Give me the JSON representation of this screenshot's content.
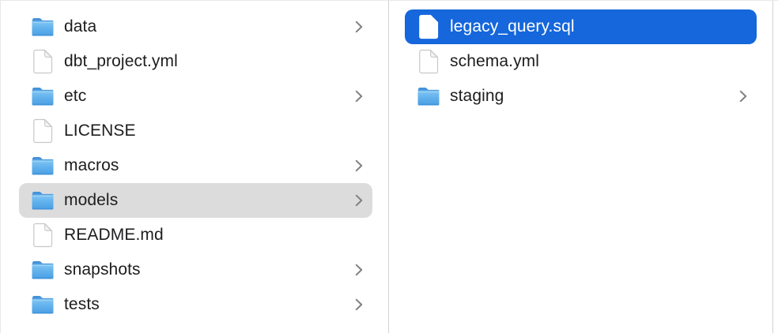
{
  "colors": {
    "selection_primary": "#1567db",
    "selection_secondary": "#dcdcdc",
    "text": "#1d1d1f",
    "text_selected": "#ffffff",
    "chevron": "#808080",
    "divider": "#d3d3d3",
    "divider_soft": "#e9e9e9",
    "folder_tab": "#4392da",
    "folder_body_top": "#83c7f4",
    "folder_body_bottom": "#4b9fe3"
  },
  "finder": {
    "view": "column-view",
    "columns": [
      {
        "id": "left",
        "items": [
          {
            "label": "data",
            "type": "folder",
            "chevron": true,
            "selected": "none"
          },
          {
            "label": "dbt_project.yml",
            "type": "file",
            "chevron": false,
            "selected": "none"
          },
          {
            "label": "etc",
            "type": "folder",
            "chevron": true,
            "selected": "none"
          },
          {
            "label": "LICENSE",
            "type": "file",
            "chevron": false,
            "selected": "none"
          },
          {
            "label": "macros",
            "type": "folder",
            "chevron": true,
            "selected": "none"
          },
          {
            "label": "models",
            "type": "folder",
            "chevron": true,
            "selected": "inactive"
          },
          {
            "label": "README.md",
            "type": "file",
            "chevron": false,
            "selected": "none"
          },
          {
            "label": "snapshots",
            "type": "folder",
            "chevron": true,
            "selected": "none"
          },
          {
            "label": "tests",
            "type": "folder",
            "chevron": true,
            "selected": "none"
          }
        ]
      },
      {
        "id": "right",
        "items": [
          {
            "label": "legacy_query.sql",
            "type": "file",
            "chevron": false,
            "selected": "active"
          },
          {
            "label": "schema.yml",
            "type": "file",
            "chevron": false,
            "selected": "none"
          },
          {
            "label": "staging",
            "type": "folder",
            "chevron": true,
            "selected": "none"
          }
        ]
      }
    ]
  }
}
